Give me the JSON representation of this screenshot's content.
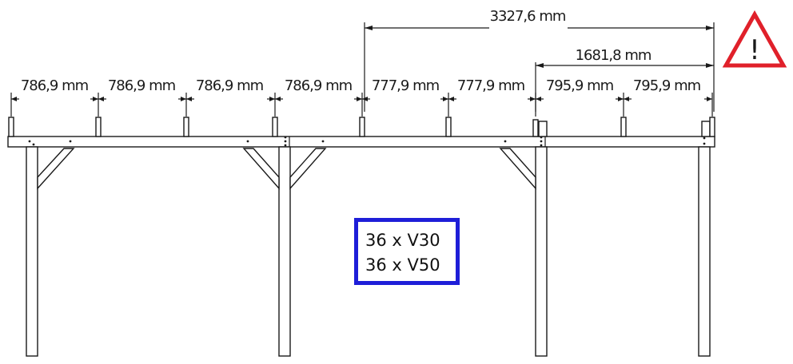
{
  "dimensions": {
    "overall": "3327,6 mm",
    "sub_span": "1681,8 mm",
    "spacings": [
      "786,9 mm",
      "786,9 mm",
      "786,9 mm",
      "786,9 mm",
      "777,9 mm",
      "777,9 mm",
      "795,9 mm",
      "795,9 mm"
    ]
  },
  "quantities": {
    "line1": "36 x V30",
    "line2": "36 x V50"
  },
  "warning": {
    "icon": "warning-triangle-icon",
    "color": "#e0202a",
    "glyph": "!"
  },
  "colors": {
    "box_border": "#1e1ed8",
    "lines": "#1a1a1a"
  }
}
